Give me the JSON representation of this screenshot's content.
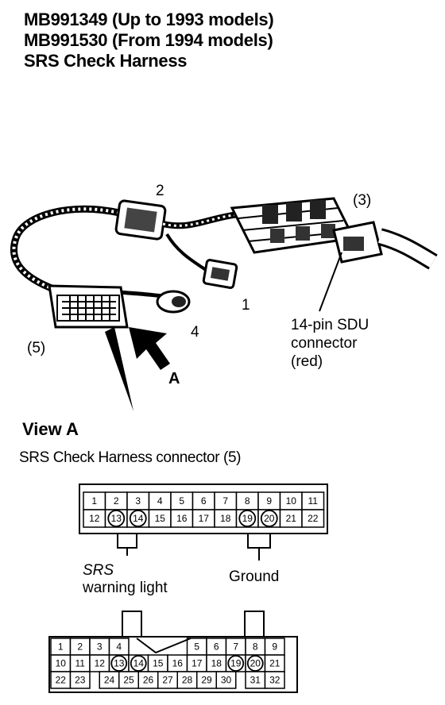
{
  "title": {
    "line1": "MB991349 (Up to 1993 models)",
    "line2": "MB991530 (From 1994 models)",
    "line3": "SRS  Check  Harness"
  },
  "callouts": {
    "part_2": "2",
    "part_3": "(3)",
    "part_1": "1",
    "part_4": "4",
    "part_5": "(5)",
    "view_arrow": "A",
    "sdu_line1": "14-pin SDU",
    "sdu_line2": "connector",
    "sdu_line3": "(red)"
  },
  "view": {
    "heading": "View  A",
    "subheading": "SRS Check Harness connector (5)"
  },
  "connector_top": {
    "row1": [
      "1",
      "2",
      "3",
      "4",
      "5",
      "6",
      "7",
      "8",
      "9",
      "10",
      "11"
    ],
    "row2": [
      "12",
      "13",
      "14",
      "15",
      "16",
      "17",
      "18",
      "19",
      "20",
      "21",
      "22"
    ],
    "circled": [
      "13",
      "14",
      "19",
      "20"
    ]
  },
  "pin_labels": {
    "srs_line1": "SRS",
    "srs_line2": "warning light",
    "ground": "Ground"
  },
  "connector_bottom": {
    "row1": [
      "1",
      "2",
      "3",
      "4",
      "",
      "5",
      "6",
      "7",
      "8",
      "9"
    ],
    "row2": [
      "10",
      "11",
      "12",
      "13",
      "14",
      "15",
      "16",
      "17",
      "18",
      "19",
      "20",
      "21"
    ],
    "row3": [
      "22",
      "23",
      "24",
      "25",
      "26",
      "27",
      "28",
      "29",
      "30",
      "31",
      "32"
    ],
    "circled": [
      "13",
      "14",
      "19",
      "20"
    ]
  }
}
